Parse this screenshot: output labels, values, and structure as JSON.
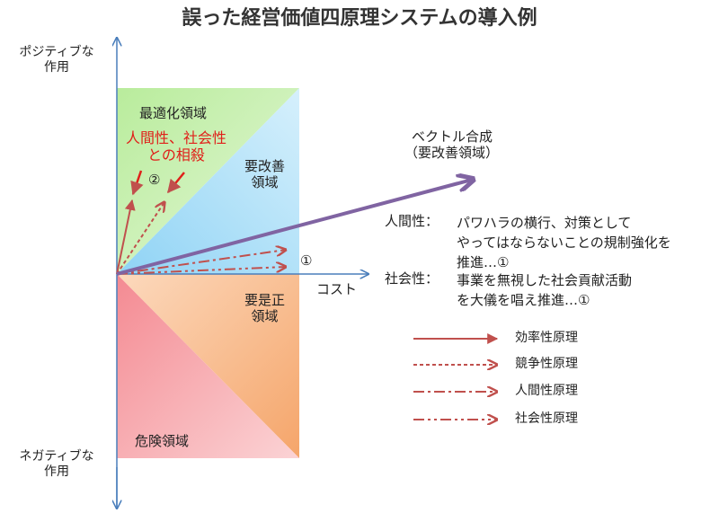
{
  "title": "誤った経営価値四原理システムの導入例",
  "axes": {
    "y_top": [
      "ポジティブな",
      "作用"
    ],
    "y_bottom": [
      "ネガティブな",
      "作用"
    ],
    "x": "コスト"
  },
  "zones": {
    "optimize": "最適化領域",
    "improve": [
      "要改善",
      "領域"
    ],
    "correct": [
      "要是正",
      "領域"
    ],
    "danger": "危険領域"
  },
  "conflict_label": [
    "人間性、社会性",
    "との相殺"
  ],
  "marker_1": "①",
  "marker_2": "②",
  "vector": [
    "ベクトル合成",
    "（要改善領域）"
  ],
  "notes": {
    "human_label": "人間性：",
    "human_lines": [
      "パワハラの横行、対策として",
      "やってはならないことの規制強化を",
      "推進…①"
    ],
    "social_label": "社会性：",
    "social_lines": [
      "事業を無視した社会貢献活動",
      "を大儀を唱え推進…①"
    ]
  },
  "legend": [
    "効率性原理",
    "競争性原理",
    "人間性原理",
    "社会性原理"
  ],
  "colors": {
    "arrow": "#c0504d",
    "vector": "#8064a2",
    "axis": "#4a7ebb",
    "zone_green": "#c6efb0",
    "zone_blue": "#a9dcf6",
    "zone_orange": "#f8b27e",
    "zone_pink": "#f7a3a8",
    "red_text": "#e0201a"
  }
}
